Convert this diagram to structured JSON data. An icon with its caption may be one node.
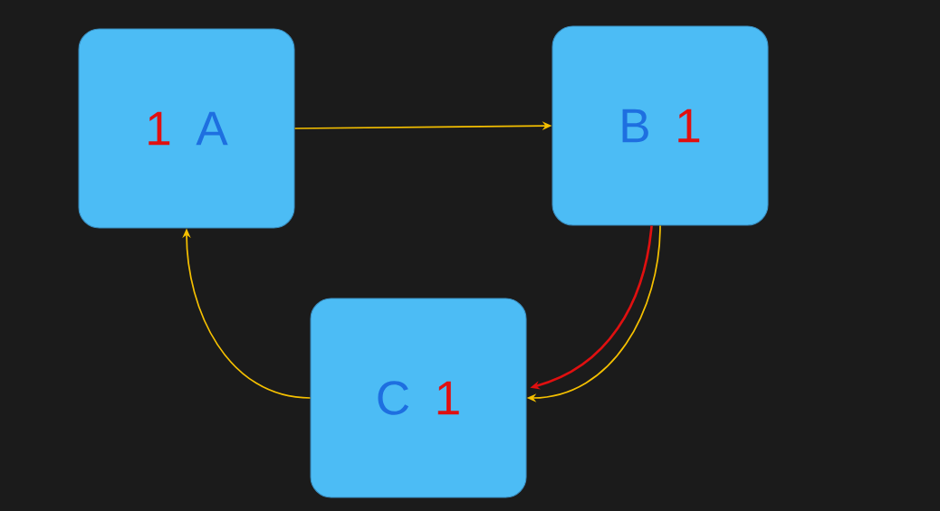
{
  "diagram": {
    "nodes": [
      {
        "text": [
          "1",
          "A"
        ]
      },
      {
        "text": [
          "B",
          "1"
        ]
      },
      {
        "text": [
          "C",
          "1"
        ]
      }
    ],
    "edges": [
      {
        "from": 0,
        "to": 1,
        "arrow": "to"
      },
      {
        "from": 1,
        "to": 2,
        "arrow": "to"
      },
      {
        "from": 1,
        "to": 2,
        "arrow": "to",
        "color": "#e01010"
      },
      {
        "from": 2,
        "to": 0,
        "arrow": "to"
      }
    ]
  }
}
